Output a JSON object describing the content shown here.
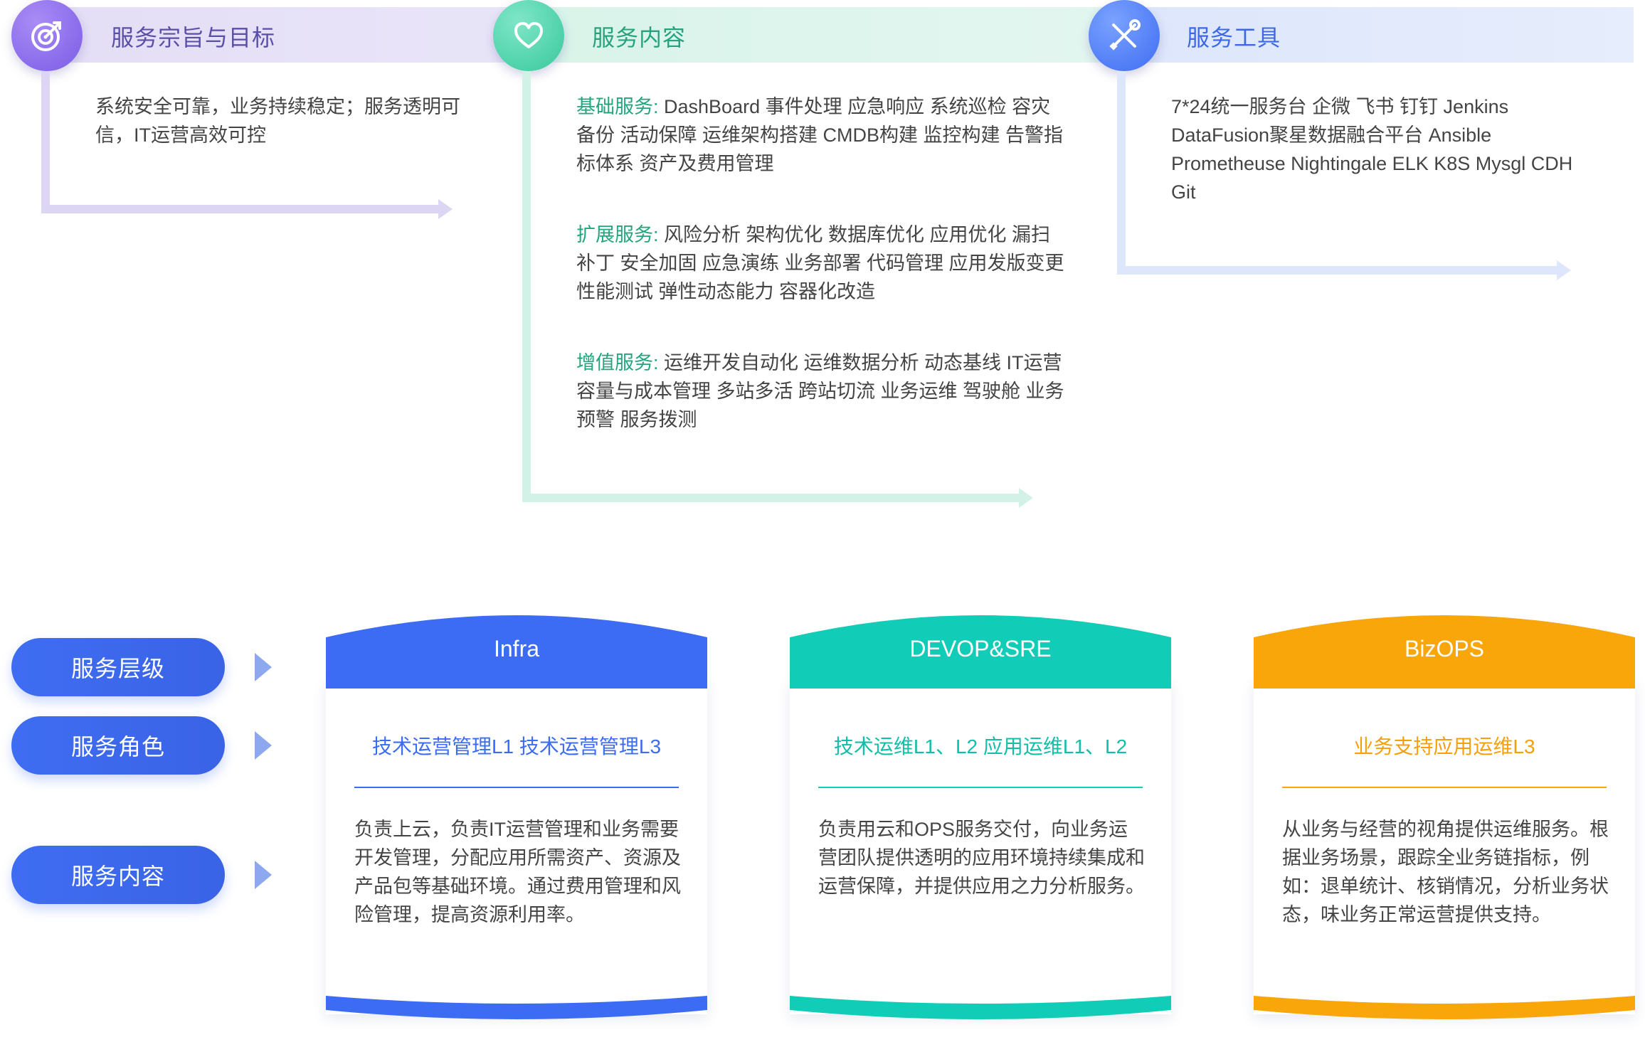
{
  "top": {
    "goal": {
      "title": "服务宗旨与目标",
      "icon": "target-icon",
      "text": "系统安全可靠，业务持续稳定；服务透明可信，IT运营高效可控"
    },
    "content": {
      "title": "服务内容",
      "icon": "heart-icon",
      "basic_label": "基础服务:",
      "basic_text": " DashBoard  事件处理  应急响应  系统巡检  容灾备份  活动保障  运维架构搭建  CMDB构建  监控构建  告警指标体系  资产及费用管理",
      "ext_label": "扩展服务:",
      "ext_text": " 风险分析  架构优化  数据库优化  应用优化  漏扫补丁  安全加固  应急演练  业务部署  代码管理  应用发版变更  性能测试  弹性动态能力  容器化改造",
      "value_label": "增值服务:",
      "value_text": " 运维开发自动化  运维数据分析  动态基线  IT运营  容量与成本管理  多站多活  跨站切流  业务运维  驾驶舱  业务预警  服务拨测"
    },
    "tools": {
      "title": "服务工具",
      "icon": "tools-icon",
      "text": "7*24统一服务台 企微 飞书 钉钉 Jenkins DataFusion聚星数据融合平台  Ansible Prometheuse  Nightingale  ELK  K8S  Mysgl CDH Git"
    }
  },
  "pills": [
    "服务层级",
    "服务角色",
    "服务内容"
  ],
  "cards": [
    {
      "title": "Infra",
      "role": "技术运营管理L1  技术运营管理L3",
      "desc": "负责上云，负责IT运营管理和业务需要开发管理，分配应用所需资产、资源及产品包等基础环境。通过费用管理和风险管理，提高资源利用率。",
      "color": "#3d6cf4"
    },
    {
      "title": "DEVOP&SRE",
      "role": "技术运维L1、L2  应用运维L1、L2",
      "desc": "负责用云和OPS服务交付，向业务运营团队提供透明的应用环境持续集成和运营保障，并提供应用之力分析服务。",
      "color": "#11cdb8"
    },
    {
      "title": "BizOPS",
      "role": "业务支持应用运维L3",
      "desc": "从业务与经营的视角提供运维服务。根据业务场景，跟踪全业务链指标，例如：退单统计、核销情况，分析业务状态，味业务正常运营提供支持。",
      "color": "#f8a60a"
    }
  ]
}
